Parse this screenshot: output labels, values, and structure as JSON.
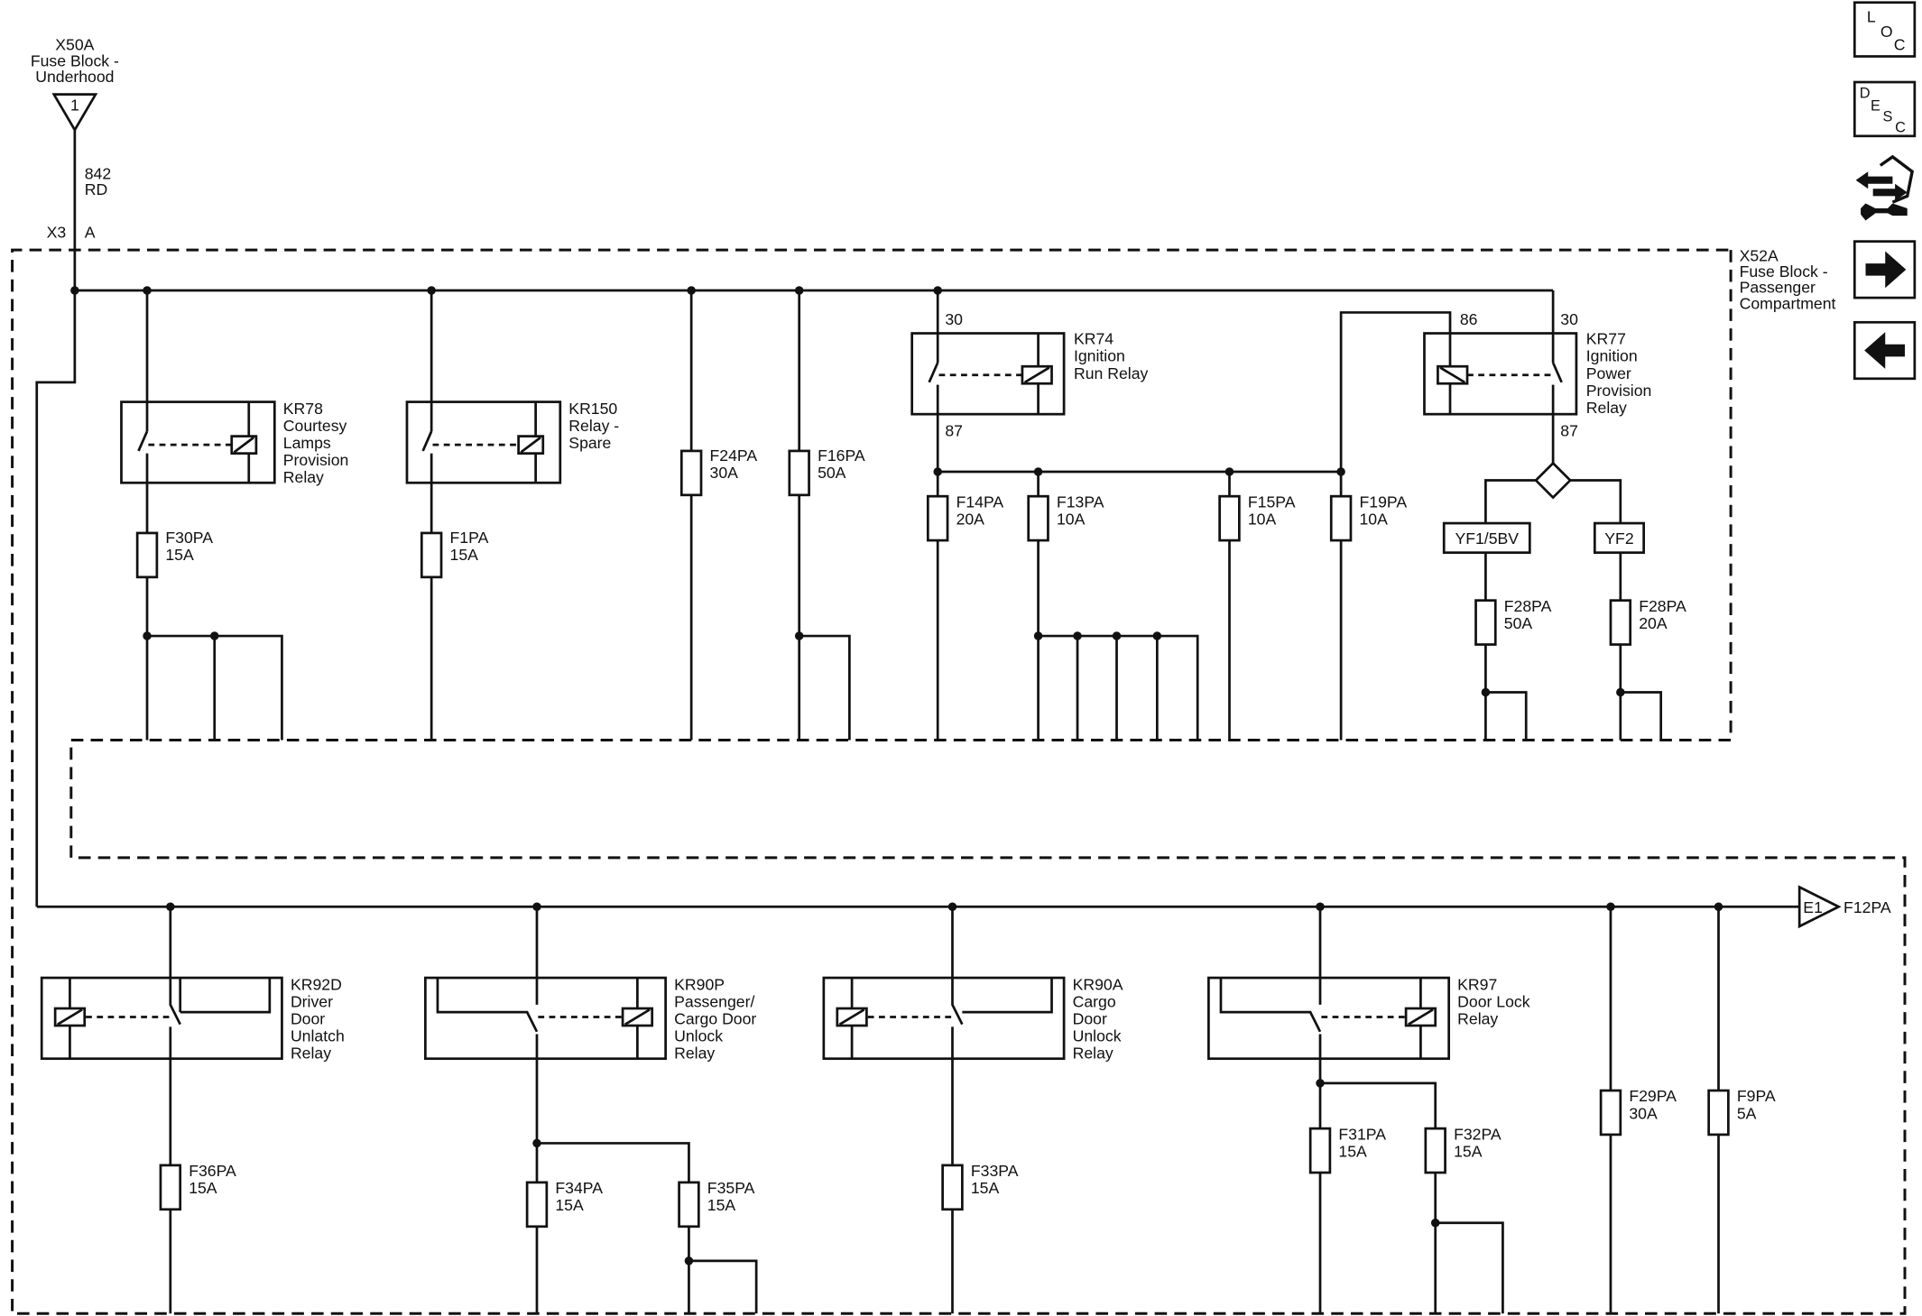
{
  "source_block": {
    "id": "X50A",
    "name": "Fuse Block -",
    "name2": "Underhood",
    "pin": "1"
  },
  "feed_wire": {
    "circuit": "842",
    "color": "RD"
  },
  "connector": {
    "name": "X3",
    "pin": "A"
  },
  "main_block": {
    "id": "X52A",
    "l1": "Fuse Block -",
    "l2": "Passenger",
    "l3": "Compartment"
  },
  "relays": {
    "kr78": [
      "KR78",
      "Courtesy",
      "Lamps",
      "Provision",
      "Relay"
    ],
    "kr150": [
      "KR150",
      "Relay -",
      "Spare"
    ],
    "kr74": [
      "KR74",
      "Ignition",
      "Run Relay"
    ],
    "kr77": [
      "KR77",
      "Ignition",
      "Power",
      "Provision",
      "Relay"
    ],
    "kr92d": [
      "KR92D",
      "Driver",
      "Door",
      "Unlatch",
      "Relay"
    ],
    "kr90p": [
      "KR90P",
      "Passenger/",
      "Cargo Door",
      "Unlock",
      "Relay"
    ],
    "kr90a": [
      "KR90A",
      "Cargo",
      "Door",
      "Unlock",
      "Relay"
    ],
    "kr97": [
      "KR97",
      "Door Lock",
      "Relay"
    ]
  },
  "pins": {
    "p30": "30",
    "p87": "87",
    "p86": "86"
  },
  "fuses": {
    "f30": [
      "F30PA",
      "15A"
    ],
    "f1": [
      "F1PA",
      "15A"
    ],
    "f24": [
      "F24PA",
      "30A"
    ],
    "f16": [
      "F16PA",
      "50A"
    ],
    "f14": [
      "F14PA",
      "20A"
    ],
    "f13": [
      "F13PA",
      "10A"
    ],
    "f15": [
      "F15PA",
      "10A"
    ],
    "f19": [
      "F19PA",
      "10A"
    ],
    "f28a": [
      "F28PA",
      "50A"
    ],
    "f28b": [
      "F28PA",
      "20A"
    ],
    "f36": [
      "F36PA",
      "15A"
    ],
    "f34": [
      "F34PA",
      "15A"
    ],
    "f35": [
      "F35PA",
      "15A"
    ],
    "f33": [
      "F33PA",
      "15A"
    ],
    "f31": [
      "F31PA",
      "15A"
    ],
    "f32": [
      "F32PA",
      "15A"
    ],
    "f29": [
      "F29PA",
      "30A"
    ],
    "f9": [
      "F9PA",
      "5A"
    ]
  },
  "splices": {
    "yf1": "YF1/5BV",
    "yf2": "YF2"
  },
  "offpage": {
    "ref": "E1",
    "label": "F12PA"
  },
  "nav": {
    "loc": {
      "l": "L",
      "o": "O",
      "c": "C"
    },
    "desc": {
      "d": "D",
      "e": "E",
      "s": "S",
      "c": "C"
    }
  },
  "icons": [
    "connector-tool-icon",
    "arrow-right-icon",
    "arrow-left-icon"
  ]
}
